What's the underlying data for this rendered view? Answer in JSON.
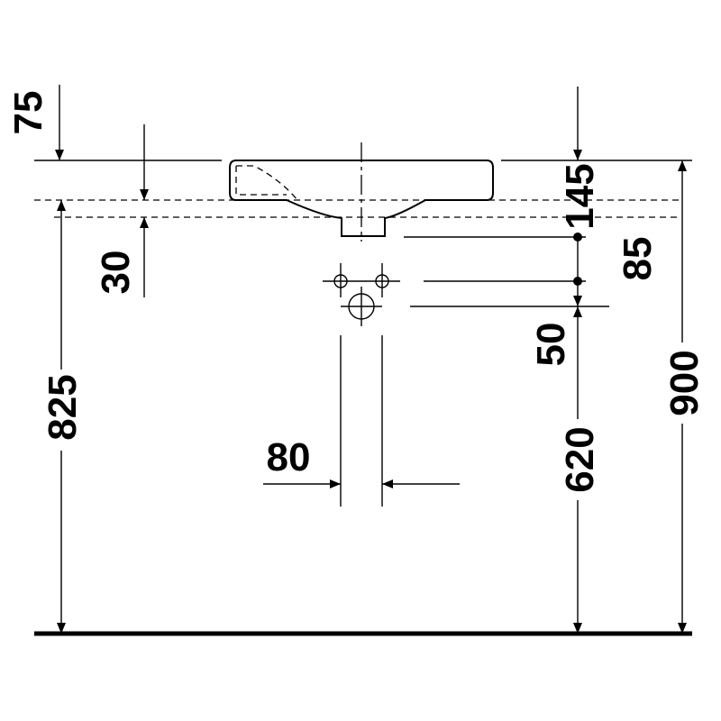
{
  "dimensions": {
    "rim_offset": "75",
    "overflow_offset": "30",
    "counter_height": "825",
    "tap_hole_spacing": "80",
    "basin_depth": "145",
    "outlet_to_tap": "85",
    "tap_to_waste": "50",
    "waste_height": "620",
    "total_height": "900"
  },
  "colors": {
    "line": "#000000",
    "background": "#ffffff"
  }
}
